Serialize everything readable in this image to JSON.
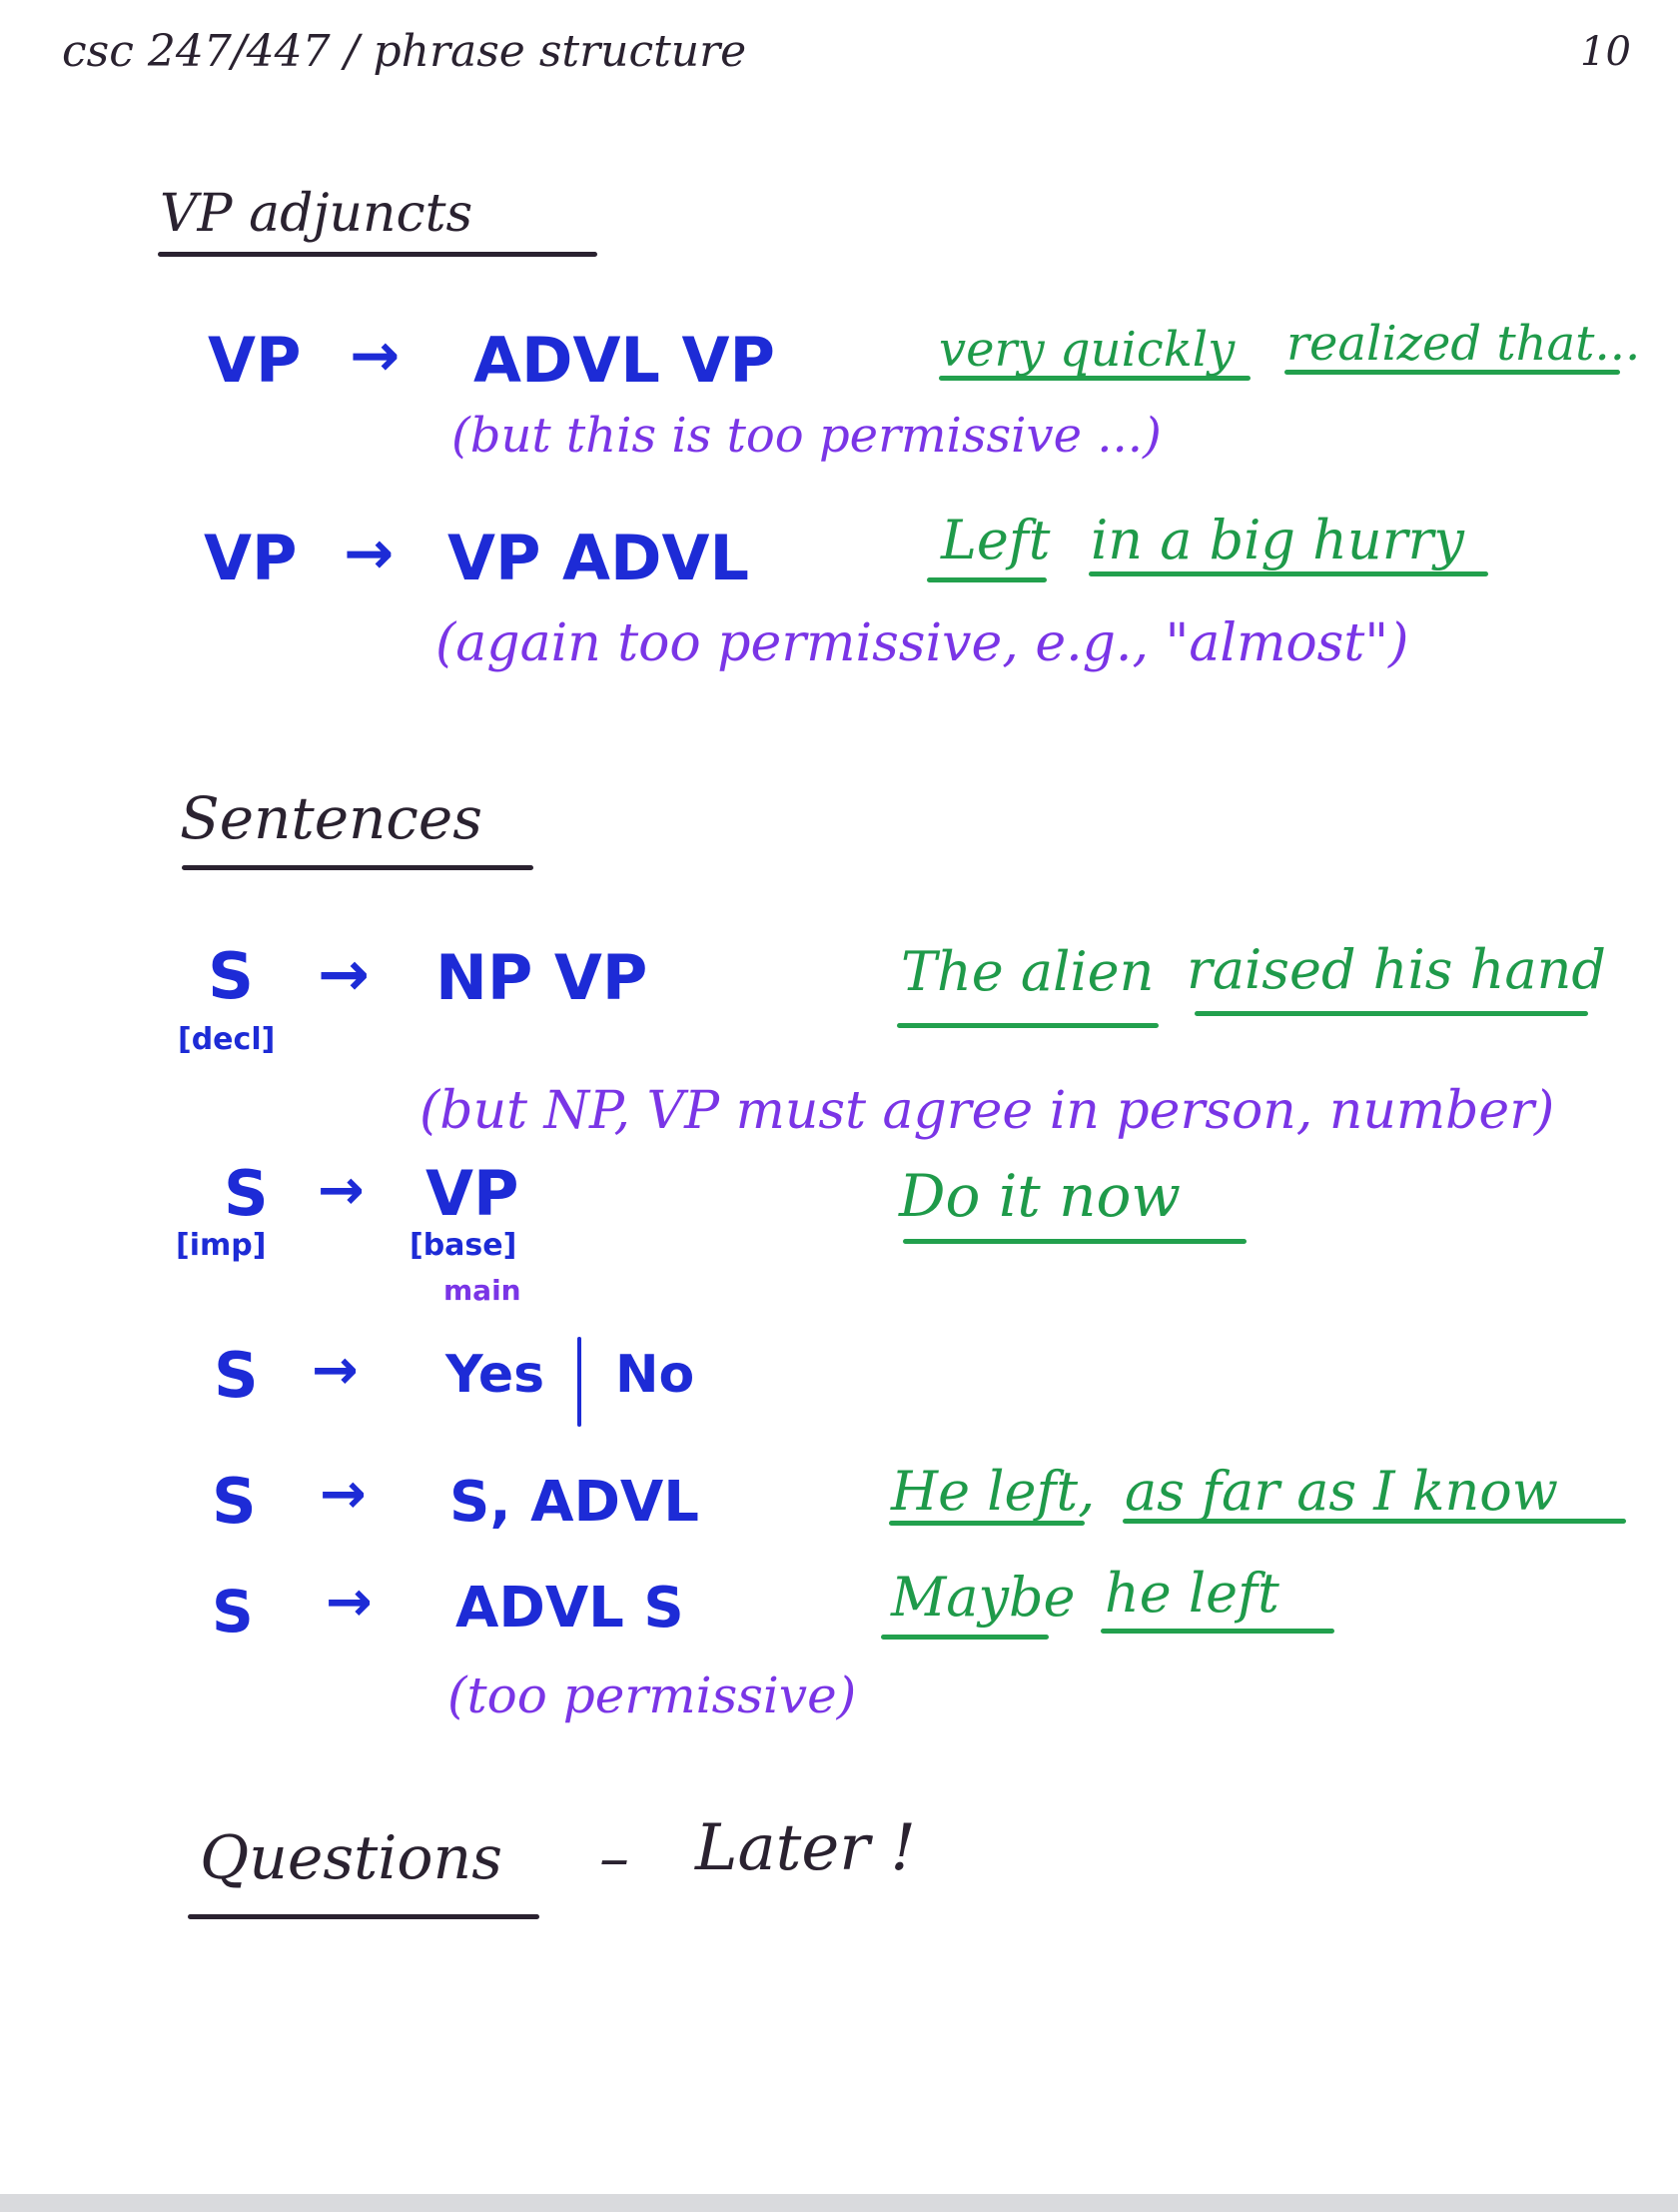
{
  "header": {
    "course": "csc 247/447 / phrase structure",
    "page_number": "10"
  },
  "vp_section": {
    "title": "VP adjuncts",
    "rule1": {
      "lhs": "VP",
      "arrow": "→",
      "rhs": "ADVL VP",
      "example_a": "very quickly",
      "example_b": "realized that...",
      "note": "(but this is too permissive ...)"
    },
    "rule2": {
      "lhs": "VP",
      "arrow": "→",
      "rhs": "VP ADVL",
      "example_a": "Left",
      "example_b": "in a big hurry",
      "note": "(again too permissive, e.g., \"almost\")"
    }
  },
  "sentences_section": {
    "title": "Sentences",
    "rule_decl": {
      "lhs": "S",
      "feature": "[decl]",
      "arrow": "→",
      "rhs": "NP VP",
      "example_a": "The alien",
      "example_b": "raised his hand",
      "note_open": "(but",
      "note_np": "NP, VP",
      "note_must": "must",
      "note_rest": "agree in person, number)"
    },
    "rule_imp": {
      "lhs": "S",
      "feature": "[imp]",
      "arrow": "→",
      "rhs": "VP",
      "rhs_feature_top": "[base]",
      "rhs_feature_bottom": "main",
      "example": "Do it now"
    },
    "rule_yesno": {
      "lhs": "S",
      "arrow": "→",
      "yes": "Yes",
      "no": "No"
    },
    "rule_s_advl": {
      "lhs": "S",
      "arrow": "→",
      "rhs": "S, ADVL",
      "example_a": "He left,",
      "example_b": "as far as I know"
    },
    "rule_advl_s": {
      "lhs": "S",
      "arrow": "→",
      "rhs": "ADVL S",
      "example_a": "Maybe",
      "example_b": "he left",
      "note": "(too permissive)"
    }
  },
  "questions": {
    "title": "Questions",
    "dash": "–",
    "later": "Later !"
  }
}
